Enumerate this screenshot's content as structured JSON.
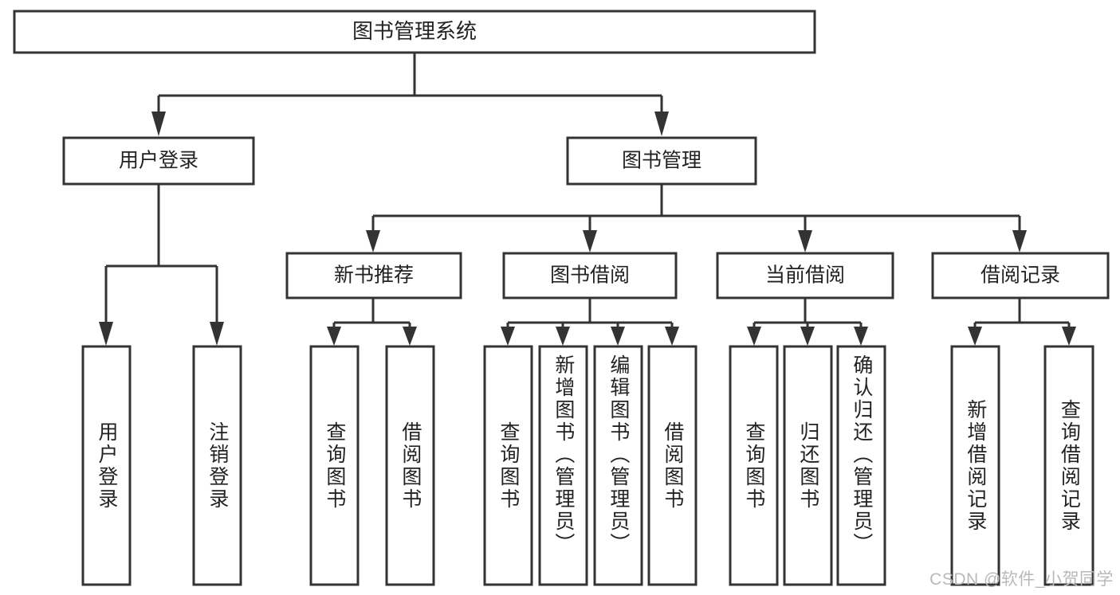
{
  "diagram": {
    "title": "图书管理系统",
    "type": "tree",
    "root": {
      "id": "root",
      "label": "图书管理系统"
    },
    "level2": [
      {
        "id": "user-login",
        "label": "用户登录"
      },
      {
        "id": "book-manage",
        "label": "图书管理"
      }
    ],
    "level3": [
      {
        "id": "new-book-recommend",
        "label": "新书推荐"
      },
      {
        "id": "book-borrow",
        "label": "图书借阅"
      },
      {
        "id": "current-borrow",
        "label": "当前借阅"
      },
      {
        "id": "borrow-record",
        "label": "借阅记录"
      }
    ],
    "leaves": [
      {
        "id": "leaf-user-login",
        "label": "用户登录",
        "parent": "user-login"
      },
      {
        "id": "leaf-user-logout",
        "label": "注销登录",
        "parent": "user-login"
      },
      {
        "id": "leaf-query-book-1",
        "label": "查询图书",
        "parent": "new-book-recommend"
      },
      {
        "id": "leaf-borrow-book-1",
        "label": "借阅图书",
        "parent": "new-book-recommend"
      },
      {
        "id": "leaf-query-book-2",
        "label": "查询图书",
        "parent": "book-borrow"
      },
      {
        "id": "leaf-add-book",
        "label": "新增图书（管理员）",
        "parent": "book-borrow"
      },
      {
        "id": "leaf-edit-book",
        "label": "编辑图书（管理员）",
        "parent": "book-borrow"
      },
      {
        "id": "leaf-borrow-book-2",
        "label": "借阅图书",
        "parent": "book-borrow"
      },
      {
        "id": "leaf-query-book-3",
        "label": "查询图书",
        "parent": "current-borrow"
      },
      {
        "id": "leaf-return-book",
        "label": "归还图书",
        "parent": "current-borrow"
      },
      {
        "id": "leaf-confirm-return",
        "label": "确认归还（管理员）",
        "parent": "current-borrow"
      },
      {
        "id": "leaf-add-record",
        "label": "新增借阅记录",
        "parent": "borrow-record"
      },
      {
        "id": "leaf-query-record",
        "label": "查询借阅记录",
        "parent": "borrow-record"
      }
    ],
    "colors": {
      "stroke": "#333333",
      "fill": "#ffffff",
      "text": "#222222",
      "watermark": "#b9b9b9"
    }
  },
  "watermark": {
    "text": "CSDN @软件_小贺同学"
  }
}
